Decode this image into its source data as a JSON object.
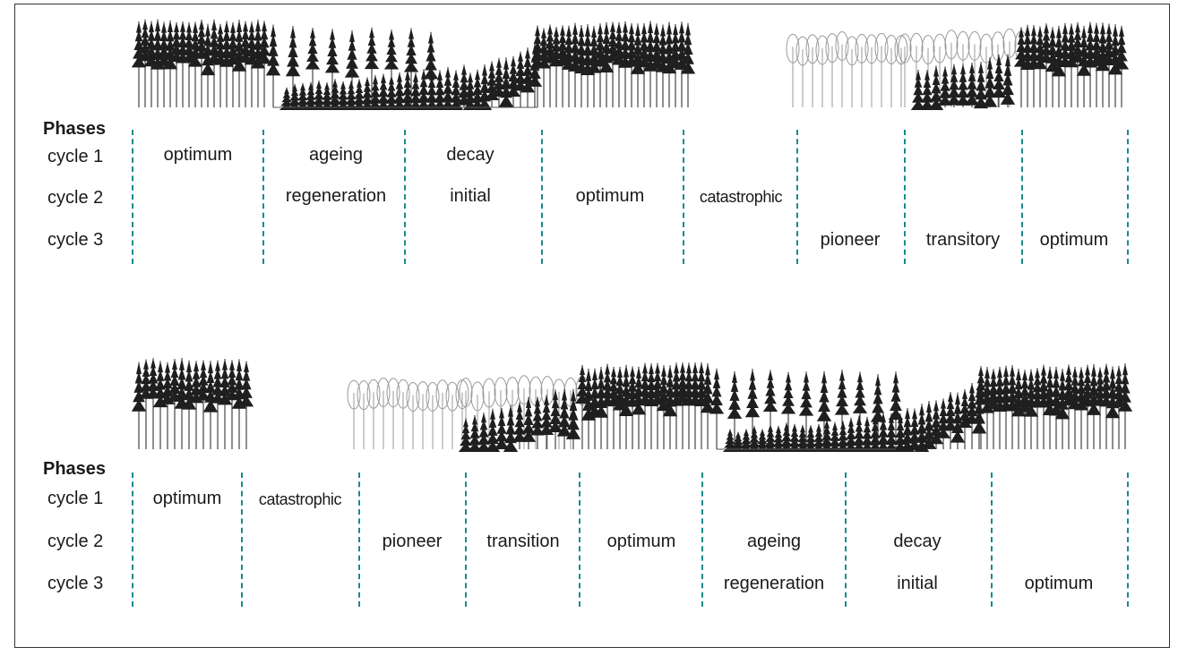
{
  "colors": {
    "divider": "#1a8a8a",
    "tree_dark": "#1f1f1f",
    "tree_light": "#9a9a9a"
  },
  "rows": {
    "header": "Phases",
    "cycle1": "cycle 1",
    "cycle2": "cycle 2",
    "cycle3": "cycle 3"
  },
  "top": {
    "phases": [
      {
        "label": "optimum",
        "cycle": 1
      },
      {
        "label": "ageing",
        "cycle": 1
      },
      {
        "label": "regeneration",
        "cycle": 2
      },
      {
        "label": "decay",
        "cycle": 1
      },
      {
        "label": "initial",
        "cycle": 2
      },
      {
        "label": "optimum",
        "cycle": 2
      },
      {
        "label": "catastrophic",
        "cycle": 2
      },
      {
        "label": "pioneer",
        "cycle": 3
      },
      {
        "label": "transitory",
        "cycle": 3
      },
      {
        "label": "optimum",
        "cycle": 3
      }
    ]
  },
  "bottom": {
    "phases": [
      {
        "label": "optimum",
        "cycle": 1
      },
      {
        "label": "catastrophic",
        "cycle": 1
      },
      {
        "label": "pioneer",
        "cycle": 2
      },
      {
        "label": "transition",
        "cycle": 2
      },
      {
        "label": "optimum",
        "cycle": 2
      },
      {
        "label": "ageing",
        "cycle": 2
      },
      {
        "label": "regeneration",
        "cycle": 3
      },
      {
        "label": "decay",
        "cycle": 2
      },
      {
        "label": "initial",
        "cycle": 3
      },
      {
        "label": "optimum",
        "cycle": 3
      }
    ]
  }
}
